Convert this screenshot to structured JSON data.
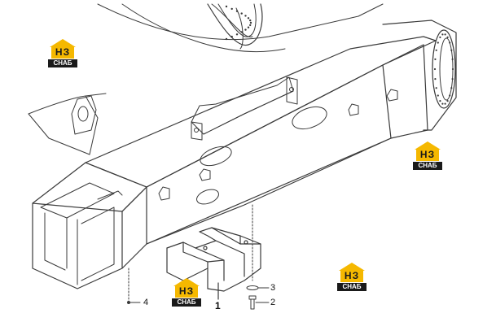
{
  "callouts": {
    "part_1": "1",
    "part_2": "2",
    "part_3": "3",
    "part_4": "4"
  },
  "watermark": {
    "mark": "НЗ",
    "band": "СНАБ",
    "color": "#f5b800",
    "band_color": "#1a1a1a"
  },
  "colors": {
    "line": "#3a3a3a",
    "fill": "#ffffff"
  }
}
